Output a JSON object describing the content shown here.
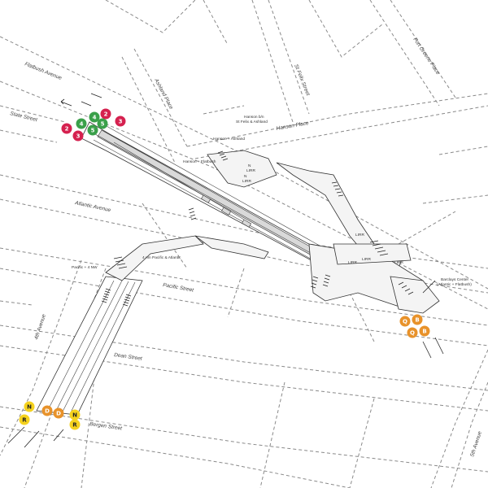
{
  "streets": {
    "flatbush": "Flatbush Avenue",
    "ashland": "Ashland Place",
    "st_felix": "St Felix Street",
    "fort_greene": "Fort Greene Place",
    "state": "State Street",
    "hanson": "Hanson Place",
    "atlantic": "Atlantic Avenue",
    "pacific": "Pacific Street",
    "fourth": "4th Avenue",
    "dean": "Dean Street",
    "bergen": "Bergen Street",
    "fifth": "5th Avenue"
  },
  "notes": {
    "hanson_stfelix_1": "Hanson b/n",
    "hanson_stfelix_2": "St Felix & Ashland",
    "hanson_ashland": "Hanson + Ashland",
    "hanson_flatbush": "Hanson + Flatbush",
    "lirr_1": "LIRR",
    "lirr_2": "LIRR",
    "lirr_3": "LIRR",
    "lirr_4": "LIRR",
    "lirr_5": "LIRR",
    "lirr_6": "LIRR",
    "n_1": "N",
    "n_2": "N",
    "pacific_4th": "Pacific + 4 NW",
    "pacific_atlantic": "4 nm  Pacific & Atlantic",
    "barclays_1": "Barclays Center",
    "barclays_2": "(Atlantic + Flatbush)"
  },
  "colors": {
    "red_line": "#d5214f",
    "green_line": "#3aa04a",
    "orange_line": "#e8922a",
    "yellow_line": "#f5d21e"
  },
  "bullets": {
    "northwest": [
      {
        "text": "2",
        "color": "red"
      },
      {
        "text": "3",
        "color": "red"
      },
      {
        "text": "4",
        "color": "green"
      },
      {
        "text": "5",
        "color": "green"
      },
      {
        "text": "4",
        "color": "green"
      },
      {
        "text": "5",
        "color": "green"
      },
      {
        "text": "2",
        "color": "red"
      },
      {
        "text": "3",
        "color": "red"
      }
    ],
    "southwest": [
      {
        "text": "N",
        "color": "yellow"
      },
      {
        "text": "R",
        "color": "yellow"
      },
      {
        "text": "D",
        "color": "orange"
      },
      {
        "text": "D",
        "color": "orange"
      },
      {
        "text": "N",
        "color": "yellow"
      },
      {
        "text": "R",
        "color": "yellow"
      }
    ],
    "southeast": [
      {
        "text": "Q",
        "color": "orange"
      },
      {
        "text": "B",
        "color": "orange"
      },
      {
        "text": "Q",
        "color": "orange"
      },
      {
        "text": "B",
        "color": "orange"
      }
    ]
  }
}
